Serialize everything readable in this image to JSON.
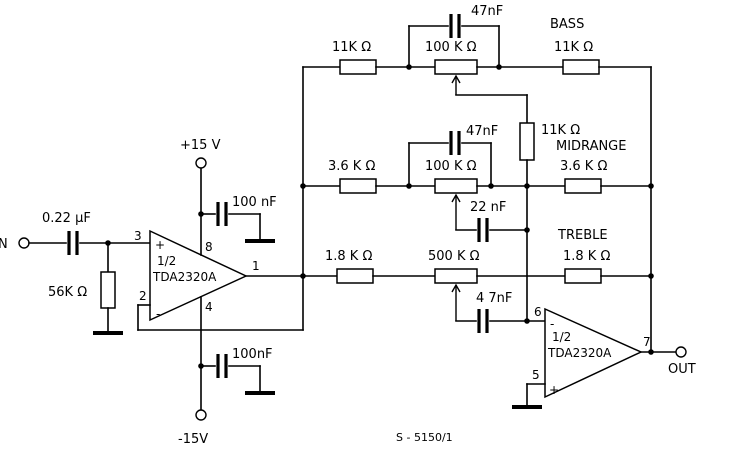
{
  "labels": {
    "input": "N",
    "c_in": "0.22 µF",
    "r_in": "56K Ω",
    "vpos": "+15 V",
    "vneg": "-15V",
    "c_vpos": "100 nF",
    "c_vneg": "100nF",
    "r_bass_l": "11K Ω",
    "r_bass_r": "11K Ω",
    "p_bass": "100 K Ω",
    "c_bass": "47nF",
    "bass": "BASS",
    "r_mid_l": "3.6 K Ω",
    "r_mid_r": "3.6 K Ω",
    "p_mid": "100 K Ω",
    "c_mid": "47nF",
    "midrange": "MIDRANGE",
    "r_vert": "11K Ω",
    "c_mid2": "22 nF",
    "r_tre_l": "1.8 K Ω",
    "r_tre_r": "1.8 K Ω",
    "p_tre": "500 K Ω",
    "treble": "TREBLE",
    "c_tre": "4 7nF",
    "output": "OUT",
    "ref": "S - 5150/1"
  },
  "ic1": {
    "half": "1/2",
    "name": "TDA2320A",
    "plus": "+",
    "minus": "-",
    "pin3": "3",
    "pin2": "2",
    "pin8": "8",
    "pin4": "4",
    "pin1": "1"
  },
  "ic2": {
    "half": "1/2",
    "name": "TDA2320A",
    "plus": "+",
    "minus": "-",
    "pin6": "6",
    "pin5": "5",
    "pin7": "7"
  }
}
